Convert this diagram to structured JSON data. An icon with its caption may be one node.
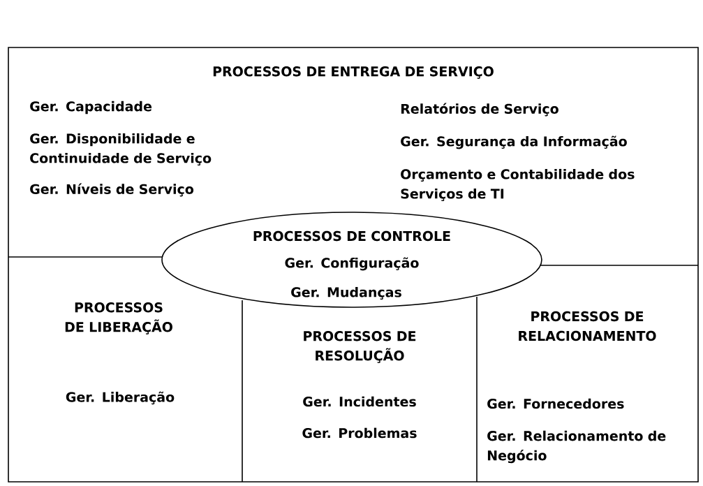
{
  "diagram": {
    "nodes": [
      {
        "text": [
          "PROCESSOS DE ENTREGA DE SERVIÇO",
          "Ger. Capacidade",
          "Ger. Disponibilidade e Continuidade de Serviço",
          "Ger. Níveis de Serviço",
          "Relatórios de Serviço",
          "Ger. Segurança da Informação",
          "Orçamento e Contabilidade dos Serviços de TI"
        ]
      },
      {
        "text": [
          "PROCESSOS DE CONTROLE",
          "Ger. Configuração",
          "Ger. Mudanças"
        ]
      },
      {
        "text": [
          "PROCESSOS DE LIBERAÇÃO",
          "Ger. Liberação"
        ]
      },
      {
        "text": [
          "PROCESSOS DE RESOLUÇÃO",
          "Ger. Incidentes",
          "Ger. Problemas"
        ]
      },
      {
        "text": [
          "PROCESSOS DE RELACIONAMENTO",
          "Ger. Fornecedores",
          "Ger. Relacionamento de Negócio"
        ]
      }
    ]
  }
}
